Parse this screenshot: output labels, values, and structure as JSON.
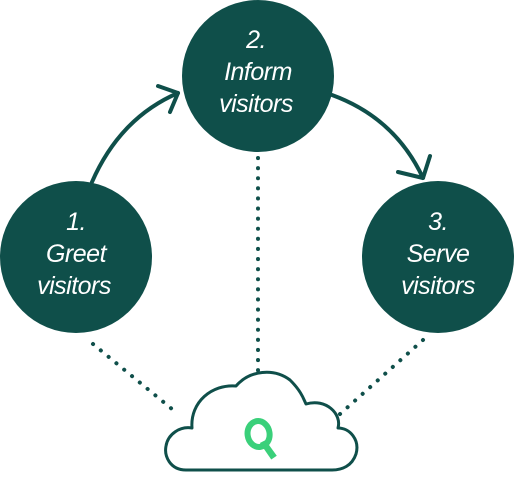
{
  "colors": {
    "circle_fill": "#0f4f4a",
    "arrow_stroke": "#0f4f4a",
    "cloud_stroke": "#0f4f4a",
    "logo_color": "#3ad07a",
    "step_text": "#ffffff"
  },
  "steps": [
    {
      "number": "1.",
      "line1": "Greet",
      "line2": "visitors"
    },
    {
      "number": "2.",
      "line1": "Inform",
      "line2": "visitors"
    },
    {
      "number": "3.",
      "line1": "Serve",
      "line2": "visitors"
    }
  ],
  "logo": {
    "icon": "q-logo-icon",
    "letter": "Q"
  }
}
